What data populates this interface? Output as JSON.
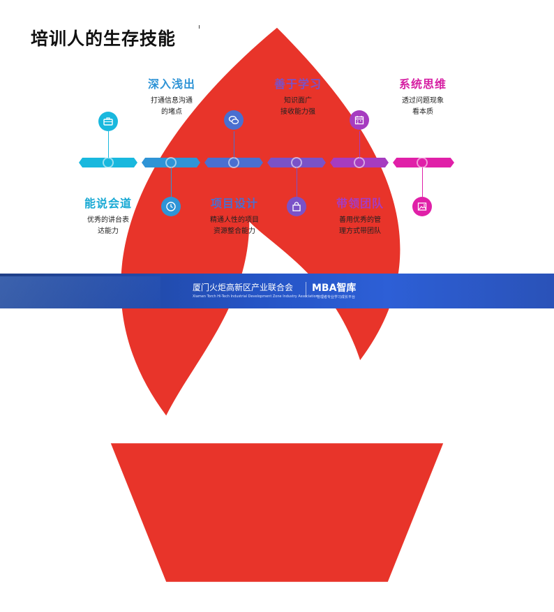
{
  "title": "培训人的生存技能",
  "colors": {
    "c1": "#19b8de",
    "c2": "#2f94d6",
    "c3": "#4a6fd0",
    "c4": "#7a52c8",
    "c5": "#a63cc0",
    "c6": "#e020a8"
  },
  "items": [
    {
      "heading": "能说会道",
      "desc1": "优秀的讲台表",
      "desc2": "达能力",
      "icon": "briefcase-icon"
    },
    {
      "heading": "深入浅出",
      "desc1": "打通信息沟通",
      "desc2": "的堵点",
      "icon": "clock-icon"
    },
    {
      "heading": "项目设计",
      "desc1": "精通人性的项目",
      "desc2": "资源整合能力",
      "icon": "chat-bubbles-icon"
    },
    {
      "heading": "善于学习",
      "desc1": "知识面广",
      "desc2": "接收能力强",
      "icon": "shopping-bag-icon"
    },
    {
      "heading": "带领团队",
      "desc1": "善用优秀的管",
      "desc2": "理方式带团队",
      "icon": "calendar-icon"
    },
    {
      "heading": "系统思维",
      "desc1": "透过问题现象",
      "desc2": "看本质",
      "icon": "image-icon"
    }
  ],
  "footer": {
    "org": "厦门火炬高新区产业联合会",
    "org_en": "Xiamen Torch Hi-Tech Industrial Development Zone Industry Association",
    "brand": "MBA智库",
    "brand_sub": "管理者专业学习成长平台"
  }
}
